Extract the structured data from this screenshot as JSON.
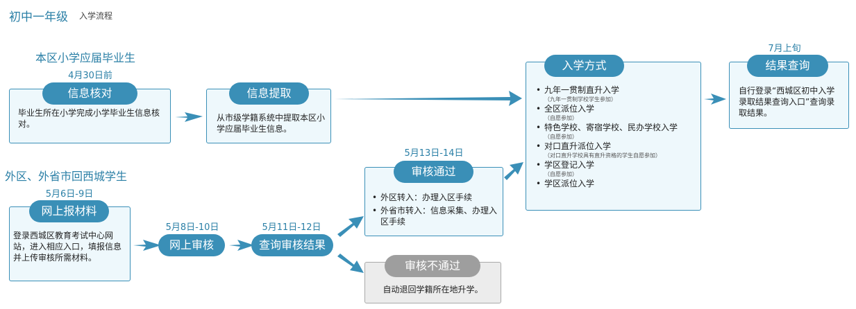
{
  "header": {
    "title": "初中一年级",
    "subtitle": "入学流程"
  },
  "local": {
    "group_label": "本区小学应届毕业生",
    "date": "4月30日前",
    "step1": {
      "title": "信息核对",
      "text": "毕业生所在小学完成小学毕业生信息核对。"
    },
    "step2": {
      "title": "信息提取",
      "text": "从市级学籍系统中提取本区小学应届毕业生信息。"
    }
  },
  "external": {
    "group_label": "外区、外省市回西城学生",
    "date1": "5月6日-9日",
    "step1": {
      "title": "网上报材料",
      "text": "登录西城区教育考试中心网站，进入相应入口，填报信息并上传审核所需材料。"
    },
    "date2": "5月8日-10日",
    "step2": {
      "title": "网上审核"
    },
    "date3": "5月11日-12日",
    "step3": {
      "title": "查询审核结果"
    }
  },
  "approved": {
    "date": "5月13日-14日",
    "title": "审核通过",
    "items": [
      "外区转入：办理入区手续",
      "外省市转入：信息采集、办理入区手续"
    ]
  },
  "rejected": {
    "title": "审核不通过",
    "text": "自动退回学籍所在地升学。"
  },
  "enrollment": {
    "title": "入学方式",
    "items": [
      {
        "label": "九年一贯制直升入学",
        "note": "（九年一贯制学校学生参加）"
      },
      {
        "label": "全区派位入学",
        "note": "（自愿参加）"
      },
      {
        "label": "特色学校、寄宿学校、民办学校入学",
        "note": "（自愿参加）"
      },
      {
        "label": "对口直升派位入学",
        "note": "（对口直升学校具有直升资格的学生自愿参加）"
      },
      {
        "label": "学区登记入学",
        "note": "（自愿参加）"
      },
      {
        "label": "学区派位入学",
        "note": ""
      }
    ]
  },
  "result": {
    "date": "7月上旬",
    "title": "结果查询",
    "text": "自行登录“西城区初中入学录取结果查询入口”查询录取结果。"
  },
  "colors": {
    "accent": "#3a8fb7",
    "box_bg": "#eef8fc",
    "gray": "#9e9e9e"
  }
}
